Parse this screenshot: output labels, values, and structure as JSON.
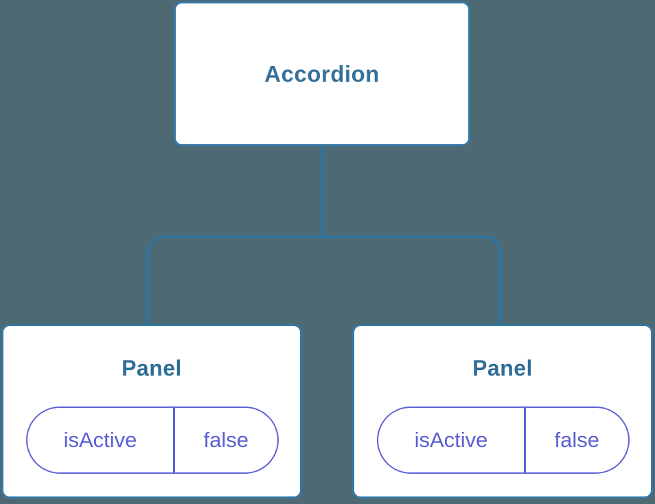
{
  "diagram": {
    "type": "component-tree",
    "root": {
      "label": "Accordion"
    },
    "panels": [
      {
        "label": "Panel",
        "state": {
          "key": "isActive",
          "value": "false"
        }
      },
      {
        "label": "Panel",
        "state": {
          "key": "isActive",
          "value": "false"
        }
      }
    ],
    "colors": {
      "background": "#4d6973",
      "node_background": "#ffffff",
      "node_border": "#3579a6",
      "connector_line": "#2e74a3",
      "node_text": "#35719a",
      "state_pill_border": "#5e63d6",
      "state_pill_text": "#5a5fd3"
    }
  }
}
